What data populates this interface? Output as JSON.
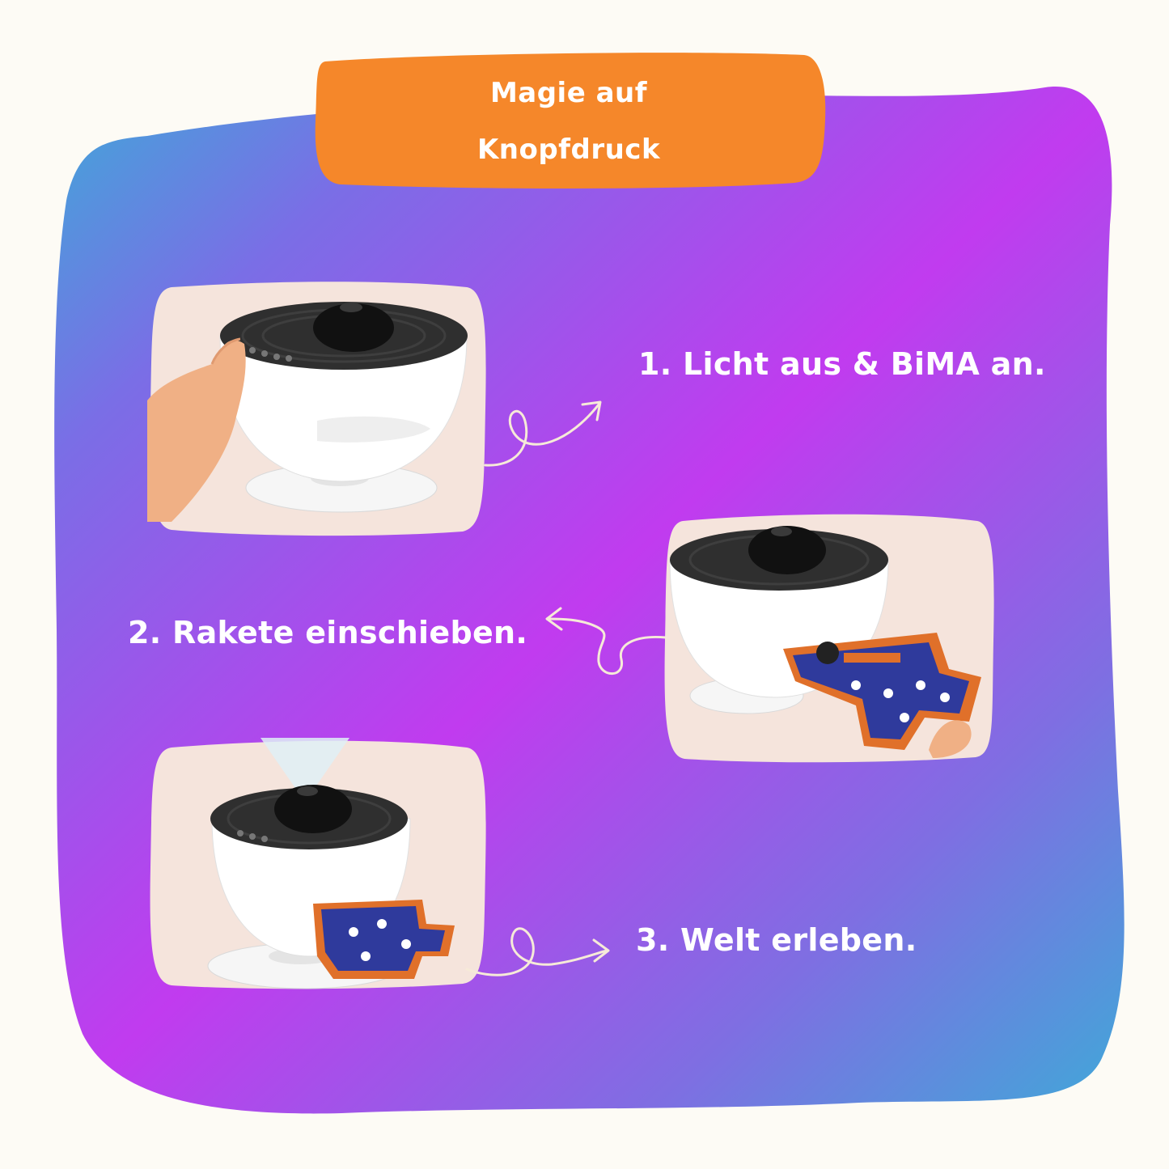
{
  "title": {
    "line1": "Magie auf",
    "line2": "Knopfdruck"
  },
  "steps": [
    {
      "label": "1. Licht aus & BiMA an."
    },
    {
      "label": "2. Rakete einschieben."
    },
    {
      "label": "3. Welt erleben."
    }
  ],
  "colors": {
    "background": "#fdfbf5",
    "gradient_start": "#3fa9d8",
    "gradient_mid": "#c13bef",
    "gradient_end": "#3fa9d8",
    "title_badge": "#f5872a",
    "photo_background": "#f5e4dc",
    "arrow": "#f6ead8"
  },
  "icons": {
    "arrow_1": "curly-arrow-right-icon",
    "arrow_2": "curly-arrow-left-icon",
    "arrow_3": "curly-arrow-right-icon"
  }
}
